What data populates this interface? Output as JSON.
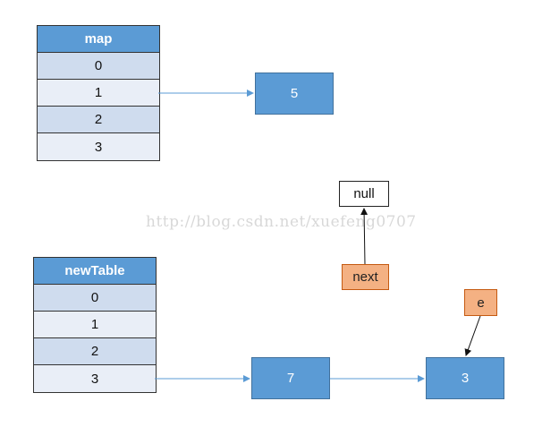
{
  "map_table": {
    "header": "map",
    "rows": [
      "0",
      "1",
      "2",
      "3"
    ]
  },
  "new_table": {
    "header": "newTable",
    "rows": [
      "0",
      "1",
      "2",
      "3"
    ]
  },
  "nodes": {
    "map_node": "5",
    "null_node": "null",
    "next_label": "next",
    "e_label": "e",
    "node_7": "7",
    "node_3": "3"
  },
  "watermark": "http://blog.csdn.net/xuefeng0707",
  "colors": {
    "header_blue": "#5b9bd5",
    "row_dark": "#cfdcee",
    "row_light": "#e9eef7",
    "pointer_orange": "#f4b183",
    "arrow_blue": "#5b9bd5"
  }
}
